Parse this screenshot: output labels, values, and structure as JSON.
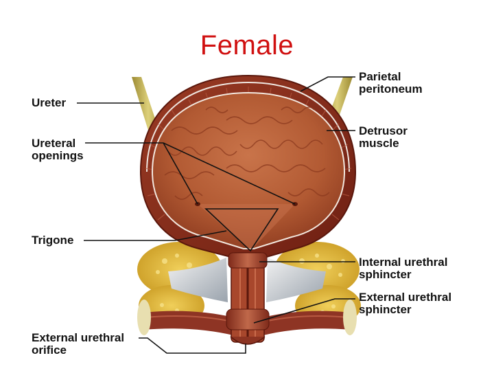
{
  "title": "Female",
  "colors": {
    "title": "#d01010",
    "leader_line": "#111111",
    "bladder_lumen": "#b65a30",
    "bladder_wall": "#8a2a18",
    "fat": "#e0b640",
    "ureter": "#c9b659"
  },
  "labels": {
    "ureter": {
      "lines": [
        "Ureter"
      ]
    },
    "ureteral_openings": {
      "lines": [
        "Ureteral",
        "openings"
      ]
    },
    "trigone": {
      "lines": [
        "Trigone"
      ]
    },
    "external_urethral_orifice": {
      "lines": [
        "External urethral",
        "orifice"
      ]
    },
    "parietal_peritoneum": {
      "lines": [
        "Parietal",
        "peritoneum"
      ]
    },
    "detrusor_muscle": {
      "lines": [
        "Detrusor",
        "muscle"
      ]
    },
    "internal_urethral_sphincter": {
      "lines": [
        "Internal urethral",
        "sphincter"
      ]
    },
    "external_urethral_sphincter": {
      "lines": [
        "External urethral",
        "sphincter"
      ]
    }
  }
}
